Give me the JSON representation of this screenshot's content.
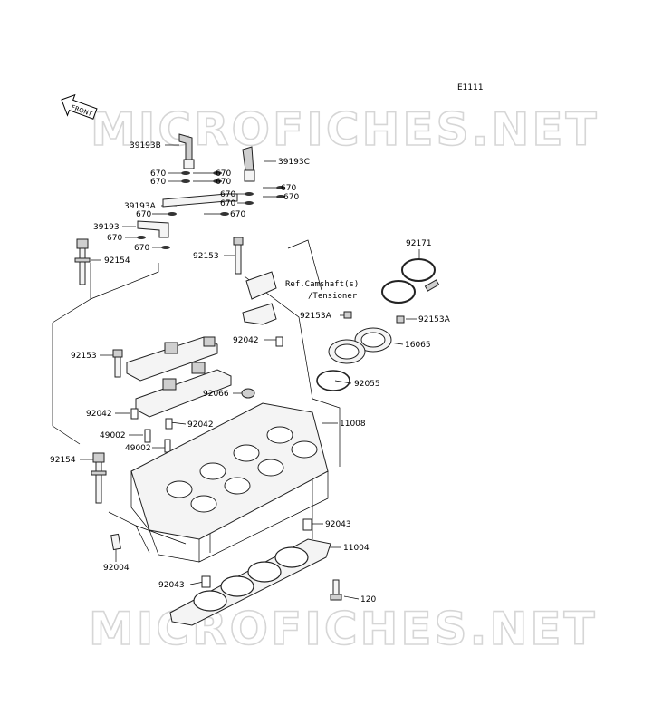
{
  "diagram_code": "E1111",
  "front_label": "FRONT",
  "watermark": "MICROFICHES.NET",
  "reference_note": [
    "Ref.Camshaft(s)",
    "/Tensioner"
  ],
  "part_labels": {
    "p39193B": "39193B",
    "p39193C": "39193C",
    "p670_a": "670",
    "p670_b": "670",
    "p670_c": "670",
    "p670_d": "670",
    "p670_e": "670",
    "p670_f": "670",
    "p670_g": "670",
    "p670_h": "670",
    "p670_i": "670",
    "p670_j": "670",
    "p39193A": "39193A",
    "p39193": "39193",
    "p92154_top": "92154",
    "p92153_mid": "92153",
    "p92171": "92171",
    "p92153A_left": "92153A",
    "p92153A_right": "92153A",
    "p16065": "16065",
    "p92042_right": "92042",
    "p92153_left": "92153",
    "p92055": "92055",
    "p92066": "92066",
    "p92042_left": "92042",
    "p92042_center": "92042",
    "p11008": "11008",
    "p49002_a": "49002",
    "p49002_b": "49002",
    "p92154_bottom": "92154",
    "p92043_right": "92043",
    "p11004": "11004",
    "p92004": "92004",
    "p92043_left": "92043",
    "p120": "120"
  }
}
